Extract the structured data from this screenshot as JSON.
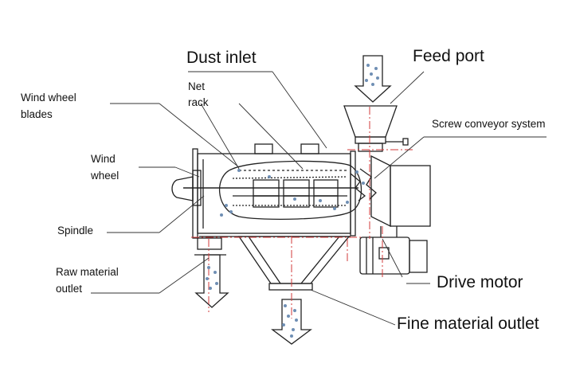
{
  "labels": {
    "dust_inlet": "Dust inlet",
    "feed_port": "Feed port",
    "net_rack_1": "Net",
    "net_rack_2": "rack",
    "wind_wheel_blades_1": "Wind wheel",
    "wind_wheel_blades_2": "blades",
    "screw_conveyor_system": "Screw conveyor system",
    "wind_wheel_1": "Wind",
    "wind_wheel_2": "wheel",
    "spindle": "Spindle",
    "raw_material_outlet_1": "Raw material",
    "raw_material_outlet_2": "outlet",
    "drive_motor": "Drive motor",
    "fine_material_outlet": "Fine material outlet"
  }
}
